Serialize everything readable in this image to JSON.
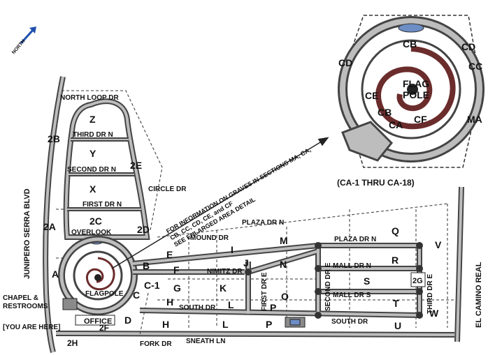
{
  "north_label": "NORTH",
  "road_labels": {
    "north_loop": "NORTH LOOP DR",
    "third_n": "THIRD DR N",
    "second_n": "SECOND DR N",
    "first_n": "FIRST DR N",
    "overlook": "OVERLOOK",
    "circle_dr": "CIRCLE DR",
    "mound_dr": "MOUND DR",
    "plaza_dr_n_left": "PLAZA DR N",
    "plaza_dr_n_right": "PLAZA DR N",
    "nimitz_dr": "NIMITZ DR",
    "first_dr_e": "FIRST DR E",
    "second_dr_e": "SECOND DR E",
    "third_dr_e": "THIRD DR E",
    "mall_dr_n": "MALL DR N",
    "mall_dr_s": "MALL DR S",
    "south_dr_left": "SOUTH DR",
    "south_dr_right": "SOUTH DR",
    "sneath_ln": "SNEATH LN",
    "fork_dr": "FORK DR",
    "junipero": "JUNIPERO SERRA BLVD",
    "el_camino": "EL CAMINO REAL",
    "flagpole": "FLAGPOLE",
    "office": "OFFICE",
    "chapel_1": "CHAPEL &",
    "chapel_2": "RESTROOMS",
    "you_are_here": "[YOU ARE HERE]"
  },
  "sections": {
    "z": "Z",
    "y": "Y",
    "x": "X",
    "s2b": "2B",
    "s2e": "2E",
    "s2c": "2C",
    "s2a": "2A",
    "s2d": "2D",
    "a": "A",
    "b": "B",
    "c": "C",
    "c1": "C-1",
    "d": "D",
    "e": "E",
    "f": "F",
    "g": "G",
    "h1": "H",
    "h2": "H",
    "i": "I",
    "j": "J",
    "k": "K",
    "l1": "L",
    "l2": "L",
    "m": "M",
    "n": "N",
    "o": "O",
    "p1": "P",
    "p2": "P",
    "q": "Q",
    "r": "R",
    "s": "S",
    "t": "T",
    "u": "U",
    "v": "V",
    "w": "W",
    "s2g": "2G",
    "s2f": "2F",
    "s2h": "2H"
  },
  "info_note": {
    "line1": "FOR INFORMATION ON GRAVES IN SECTIONS MA, CA,",
    "line2": "CB, CC, CD, CE, and CF",
    "line3": "SEE ENLARGED AREA DETAIL"
  },
  "inset": {
    "labels": {
      "cb_top": "CB",
      "cd_right": "CD",
      "cd_left": "CD",
      "cc": "CC",
      "flag": "FLAG",
      "pole": "POLE",
      "ce": "CE",
      "cb_low": "CB",
      "cf": "CF",
      "ca": "CA",
      "ma": "MA"
    },
    "caption": "(CA-1 THRU CA-18)"
  }
}
